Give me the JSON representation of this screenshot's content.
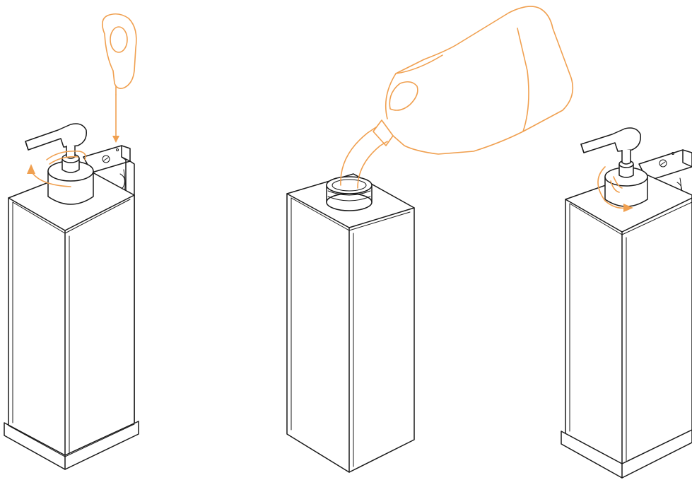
{
  "figure": {
    "panels": [
      {
        "id": "step-1",
        "icon": "refill-key-icon"
      },
      {
        "id": "step-2",
        "icon": "pouring-refill-bottle-icon"
      },
      {
        "id": "step-3",
        "icon": "pump-locked-icon"
      }
    ]
  },
  "colors": {
    "line": "#1a1a1a",
    "accent": "#f0a050",
    "background": "#ffffff"
  }
}
